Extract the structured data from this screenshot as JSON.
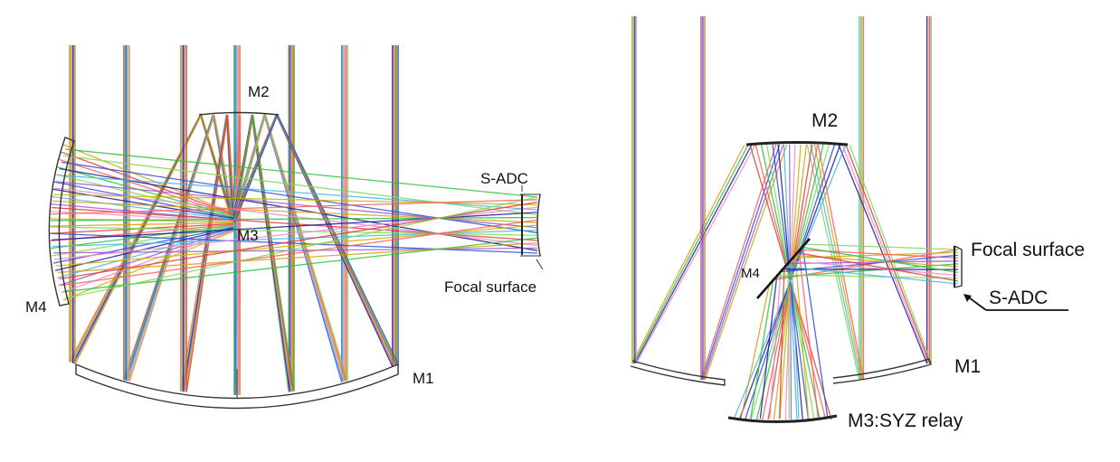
{
  "colors": {
    "ray_palette": [
      "#d4a017",
      "#e03a3a",
      "#ff5a5a",
      "#2fbf3a",
      "#7ed957",
      "#2b4fd8",
      "#1a1a9a",
      "#48b6e8",
      "#9b59d0",
      "#f08ad0",
      "#c8b400"
    ],
    "mirror_stroke": "#333333",
    "text": "#111111"
  },
  "left_panel": {
    "labels": {
      "m2": "M2",
      "m3": "M3",
      "m4": "M4",
      "m1": "M1",
      "s_adc": "S-ADC",
      "focal_surface": "Focal surface"
    }
  },
  "right_panel": {
    "labels": {
      "m2": "M2",
      "m4": "M4",
      "m1": "M1",
      "m3": "M3:SYZ relay",
      "focal_surface": "Focal surface",
      "s_adc": "S-ADC"
    }
  }
}
